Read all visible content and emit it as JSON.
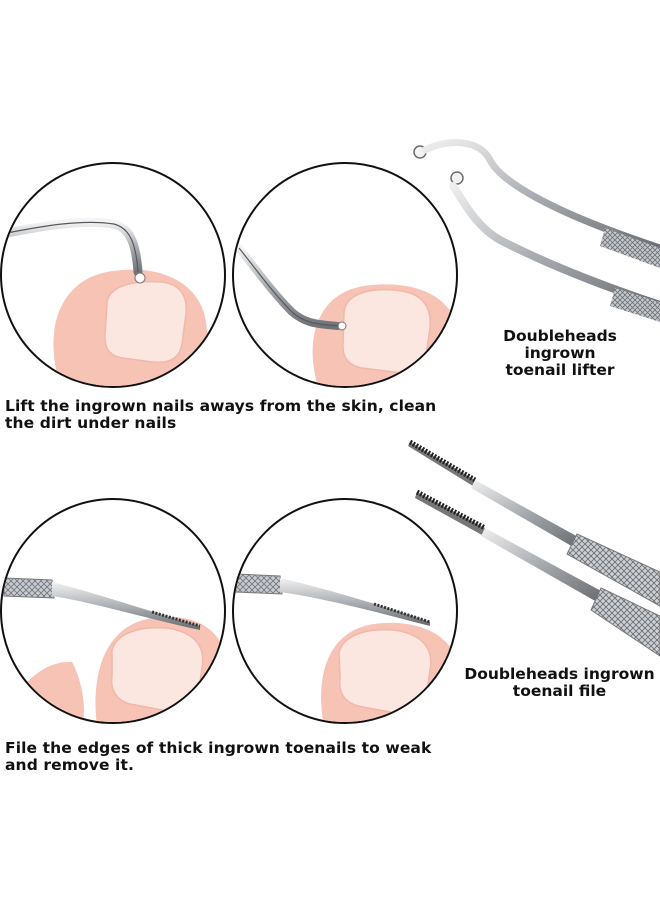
{
  "section_lifter": {
    "caption_line1": "Lift the ingrown nails aways from the skin, clean",
    "caption_line2": "the dirt under nails",
    "label_line1": "Doubleheads ingrown",
    "label_line2": "toenail lifter"
  },
  "section_file": {
    "caption_line1": "File the edges of thick ingrown toenails to weak",
    "caption_line2": "and remove it.",
    "label_line1": "Doubleheads ingrown",
    "label_line2": "toenail file"
  },
  "colors": {
    "skin": "#f7c3b5",
    "nail": "#fbe6e0",
    "steel": "#b9bcc0",
    "outline": "#111111"
  }
}
